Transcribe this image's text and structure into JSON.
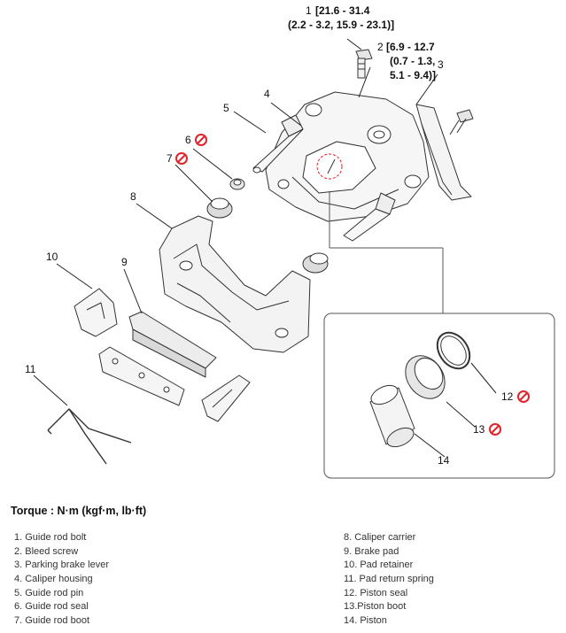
{
  "callouts": {
    "c1": {
      "num": "1",
      "torque_line1": "[21.6 - 31.4",
      "torque_line2": "(2.2 - 3.2, 15.9 - 23.1)]"
    },
    "c2": {
      "num": "2",
      "torque_line1": "[6.9 - 12.7",
      "torque_line2": "(0.7 - 1.3,",
      "torque_line3": "5.1 - 9.4)]"
    },
    "c3": "3",
    "c4": "4",
    "c5": "5",
    "c6": "6",
    "c7": "7",
    "c8": "8",
    "c9": "9",
    "c10": "10",
    "c11": "11",
    "c12": "12",
    "c13": "13",
    "c14": "14"
  },
  "torque_title": "Torque : N·m (kgf·m, lb·ft)",
  "legend_left": [
    "1. Guide rod bolt",
    "2. Bleed screw",
    "3. Parking brake lever",
    "4. Caliper housing",
    "5. Guide rod pin",
    "6. Guide rod seal",
    "7. Guide rod boot"
  ],
  "legend_right": [
    "8. Caliper carrier",
    "9. Brake pad",
    "10. Pad retainer",
    "11. Pad return spring",
    "12. Piston seal",
    "13.Piston boot",
    "14. Piston"
  ],
  "colors": {
    "no_reuse_symbol": "#e0252a",
    "line": "#333333"
  }
}
